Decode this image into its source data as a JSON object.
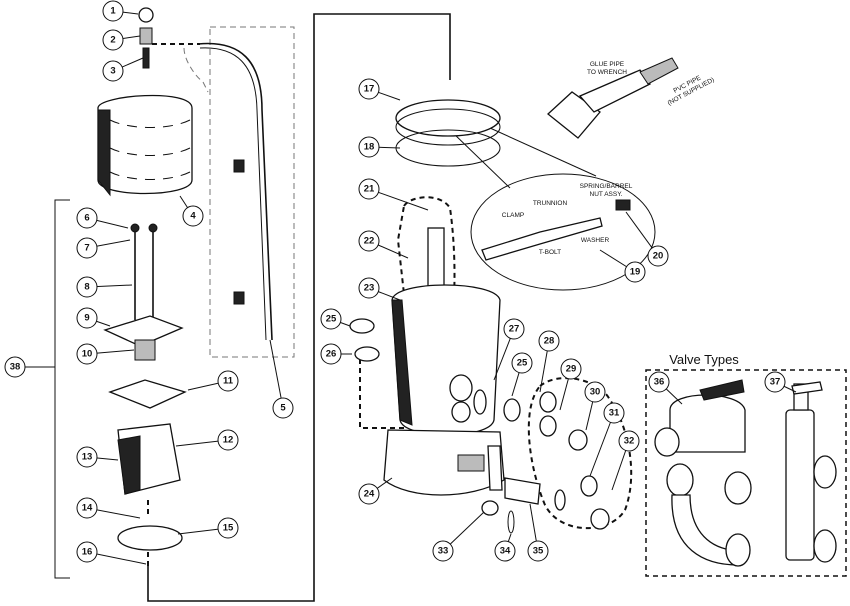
{
  "callouts": [
    {
      "n": "1"
    },
    {
      "n": "2"
    },
    {
      "n": "3"
    },
    {
      "n": "4"
    },
    {
      "n": "5"
    },
    {
      "n": "6"
    },
    {
      "n": "7"
    },
    {
      "n": "8"
    },
    {
      "n": "9"
    },
    {
      "n": "10"
    },
    {
      "n": "11"
    },
    {
      "n": "12"
    },
    {
      "n": "13"
    },
    {
      "n": "14"
    },
    {
      "n": "15"
    },
    {
      "n": "16"
    },
    {
      "n": "17"
    },
    {
      "n": "18"
    },
    {
      "n": "19"
    },
    {
      "n": "20"
    },
    {
      "n": "21"
    },
    {
      "n": "22"
    },
    {
      "n": "23"
    },
    {
      "n": "24"
    },
    {
      "n": "25"
    },
    {
      "n": "25"
    },
    {
      "n": "26"
    },
    {
      "n": "27"
    },
    {
      "n": "28"
    },
    {
      "n": "29"
    },
    {
      "n": "30"
    },
    {
      "n": "31"
    },
    {
      "n": "32"
    },
    {
      "n": "33"
    },
    {
      "n": "34"
    },
    {
      "n": "35"
    },
    {
      "n": "36"
    },
    {
      "n": "37"
    },
    {
      "n": "38"
    }
  ],
  "notes": {
    "glue_pipe": [
      "GLUE PIPE",
      "TO WRENCH"
    ],
    "pvc_pipe": [
      "PVC PIPE",
      "(NOT SUPPLIED)"
    ],
    "clamp": "CLAMP",
    "trunnion": "TRUNNION",
    "spring_barrel": [
      "SPRING/BARREL",
      "NUT ASSY."
    ],
    "t_bolt": "T-BOLT",
    "washer": "WASHER"
  },
  "valve_types_title": "Valve Types"
}
